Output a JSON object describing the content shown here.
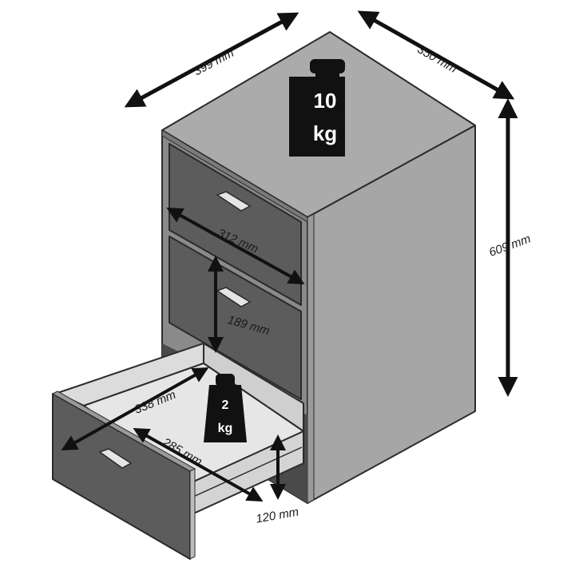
{
  "dimensions": {
    "width": "399 mm",
    "depth": "350 mm",
    "height": "609 mm",
    "drawer_inner_width": "312 mm",
    "drawer_front_height": "189 mm",
    "bottom_drawer_depth": "338 mm",
    "bottom_drawer_inner_width": "285 mm",
    "bottom_drawer_inner_height": "120 mm"
  },
  "weights": {
    "top_load": {
      "value": "10",
      "unit": "kg"
    },
    "drawer_load": {
      "value": "2",
      "unit": "kg"
    }
  },
  "colors": {
    "top_surface": "#ababab",
    "side_panel": "#a6a6a6",
    "front_panel": "#5c5c5c",
    "drawer_interior": "#dcdcdc",
    "drawer_floor": "#e6e6e6",
    "outline": "#2b2b2b",
    "arrow": "#111111",
    "weight_icon": "#111111"
  },
  "icons": {
    "weight_top": "weight-icon",
    "weight_drawer": "weight-icon"
  }
}
